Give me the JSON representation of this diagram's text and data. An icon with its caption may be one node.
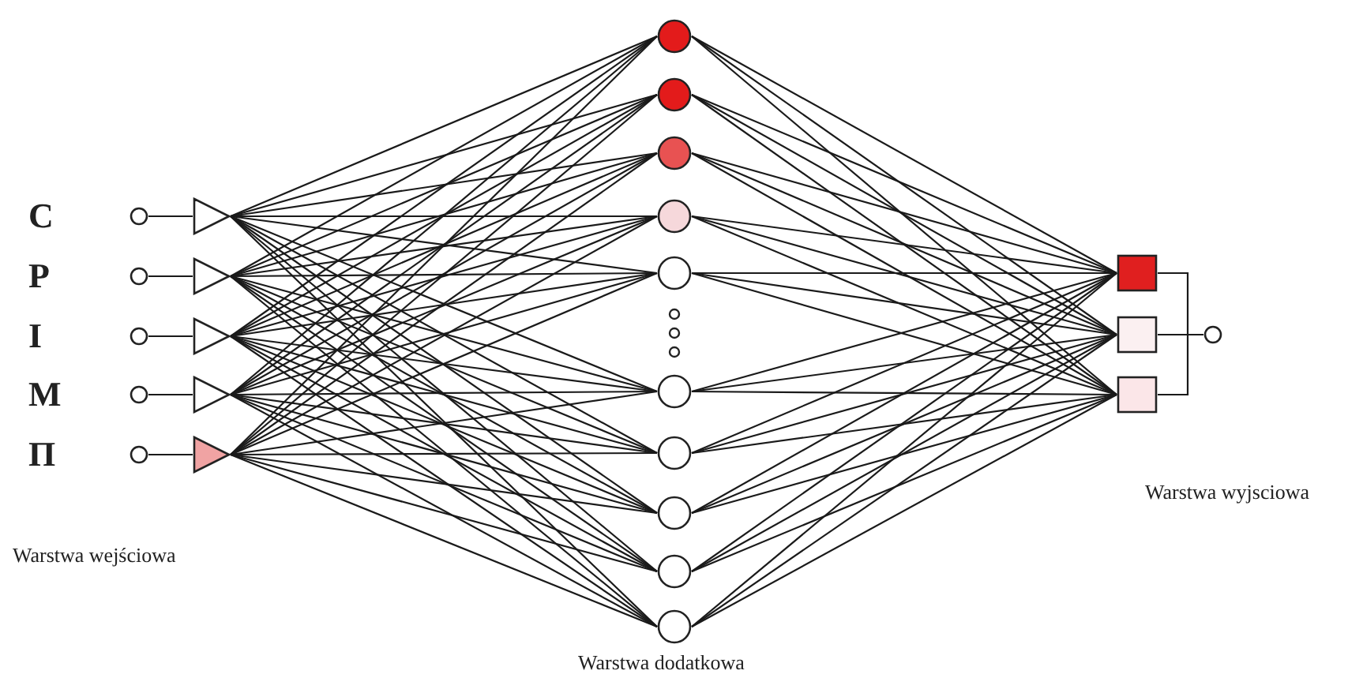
{
  "diagram": {
    "nodes": [
      {
        "text": [],
        "shape": "circle",
        "beside": [
          "C"
        ]
      },
      {
        "text": [],
        "shape": "circle",
        "beside": [
          "P"
        ]
      },
      {
        "text": [],
        "shape": "circle",
        "beside": [
          "I"
        ]
      },
      {
        "text": [],
        "shape": "circle",
        "beside": [
          "M"
        ]
      },
      {
        "text": [],
        "shape": "circle",
        "beside": [
          "П"
        ]
      },
      {
        "text": [],
        "shape": "triangle"
      },
      {
        "text": [],
        "shape": "triangle"
      },
      {
        "text": [],
        "shape": "triangle"
      },
      {
        "text": [],
        "shape": "triangle"
      },
      {
        "text": [],
        "shape": "triangle"
      },
      {
        "text": [],
        "shape": "circle"
      },
      {
        "text": [],
        "shape": "circle"
      },
      {
        "text": [],
        "shape": "circle"
      },
      {
        "text": [],
        "shape": "circle"
      },
      {
        "text": [],
        "shape": "circle"
      },
      {
        "text": [],
        "shape": "circle"
      },
      {
        "text": [],
        "shape": "circle"
      },
      {
        "text": [],
        "shape": "circle"
      },
      {
        "text": [],
        "shape": "circle"
      },
      {
        "text": [],
        "shape": "circle"
      },
      {
        "text": [],
        "shape": "box"
      },
      {
        "text": [],
        "shape": "box"
      },
      {
        "text": [],
        "shape": "box"
      },
      {
        "text": [],
        "shape": "circle"
      }
    ],
    "edges": [
      {
        "from": 0,
        "to": 5,
        "arrow": "none"
      },
      {
        "from": 1,
        "to": 6,
        "arrow": "none"
      },
      {
        "from": 2,
        "to": 7,
        "arrow": "none"
      },
      {
        "from": 3,
        "to": 8,
        "arrow": "none"
      },
      {
        "from": 4,
        "to": 9,
        "arrow": "none"
      },
      {
        "from": 5,
        "to": 10,
        "arrow": "none"
      },
      {
        "from": 5,
        "to": 11,
        "arrow": "none"
      },
      {
        "from": 5,
        "to": 12,
        "arrow": "none"
      },
      {
        "from": 5,
        "to": 13,
        "arrow": "none"
      },
      {
        "from": 5,
        "to": 14,
        "arrow": "none"
      },
      {
        "from": 5,
        "to": 15,
        "arrow": "none"
      },
      {
        "from": 5,
        "to": 16,
        "arrow": "none"
      },
      {
        "from": 5,
        "to": 17,
        "arrow": "none"
      },
      {
        "from": 5,
        "to": 18,
        "arrow": "none"
      },
      {
        "from": 5,
        "to": 19,
        "arrow": "none"
      },
      {
        "from": 6,
        "to": 10,
        "arrow": "none"
      },
      {
        "from": 6,
        "to": 11,
        "arrow": "none"
      },
      {
        "from": 6,
        "to": 12,
        "arrow": "none"
      },
      {
        "from": 6,
        "to": 13,
        "arrow": "none"
      },
      {
        "from": 6,
        "to": 14,
        "arrow": "none"
      },
      {
        "from": 6,
        "to": 15,
        "arrow": "none"
      },
      {
        "from": 6,
        "to": 16,
        "arrow": "none"
      },
      {
        "from": 6,
        "to": 17,
        "arrow": "none"
      },
      {
        "from": 6,
        "to": 18,
        "arrow": "none"
      },
      {
        "from": 6,
        "to": 19,
        "arrow": "none"
      },
      {
        "from": 7,
        "to": 10,
        "arrow": "none"
      },
      {
        "from": 7,
        "to": 11,
        "arrow": "none"
      },
      {
        "from": 7,
        "to": 12,
        "arrow": "none"
      },
      {
        "from": 7,
        "to": 13,
        "arrow": "none"
      },
      {
        "from": 7,
        "to": 14,
        "arrow": "none"
      },
      {
        "from": 7,
        "to": 15,
        "arrow": "none"
      },
      {
        "from": 7,
        "to": 16,
        "arrow": "none"
      },
      {
        "from": 7,
        "to": 17,
        "arrow": "none"
      },
      {
        "from": 7,
        "to": 18,
        "arrow": "none"
      },
      {
        "from": 7,
        "to": 19,
        "arrow": "none"
      },
      {
        "from": 8,
        "to": 10,
        "arrow": "none"
      },
      {
        "from": 8,
        "to": 11,
        "arrow": "none"
      },
      {
        "from": 8,
        "to": 12,
        "arrow": "none"
      },
      {
        "from": 8,
        "to": 13,
        "arrow": "none"
      },
      {
        "from": 8,
        "to": 14,
        "arrow": "none"
      },
      {
        "from": 8,
        "to": 15,
        "arrow": "none"
      },
      {
        "from": 8,
        "to": 16,
        "arrow": "none"
      },
      {
        "from": 8,
        "to": 17,
        "arrow": "none"
      },
      {
        "from": 8,
        "to": 18,
        "arrow": "none"
      },
      {
        "from": 8,
        "to": 19,
        "arrow": "none"
      },
      {
        "from": 9,
        "to": 10,
        "arrow": "none"
      },
      {
        "from": 9,
        "to": 11,
        "arrow": "none"
      },
      {
        "from": 9,
        "to": 12,
        "arrow": "none"
      },
      {
        "from": 9,
        "to": 13,
        "arrow": "none"
      },
      {
        "from": 9,
        "to": 14,
        "arrow": "none"
      },
      {
        "from": 9,
        "to": 15,
        "arrow": "none"
      },
      {
        "from": 9,
        "to": 16,
        "arrow": "none"
      },
      {
        "from": 9,
        "to": 17,
        "arrow": "none"
      },
      {
        "from": 9,
        "to": 18,
        "arrow": "none"
      },
      {
        "from": 9,
        "to": 19,
        "arrow": "none"
      },
      {
        "from": 10,
        "to": 20,
        "arrow": "none"
      },
      {
        "from": 10,
        "to": 21,
        "arrow": "none"
      },
      {
        "from": 10,
        "to": 22,
        "arrow": "none"
      },
      {
        "from": 11,
        "to": 20,
        "arrow": "none"
      },
      {
        "from": 11,
        "to": 21,
        "arrow": "none"
      },
      {
        "from": 11,
        "to": 22,
        "arrow": "none"
      },
      {
        "from": 12,
        "to": 20,
        "arrow": "none"
      },
      {
        "from": 12,
        "to": 21,
        "arrow": "none"
      },
      {
        "from": 12,
        "to": 22,
        "arrow": "none"
      },
      {
        "from": 13,
        "to": 20,
        "arrow": "none"
      },
      {
        "from": 13,
        "to": 21,
        "arrow": "none"
      },
      {
        "from": 13,
        "to": 22,
        "arrow": "none"
      },
      {
        "from": 14,
        "to": 20,
        "arrow": "none"
      },
      {
        "from": 14,
        "to": 21,
        "arrow": "none"
      },
      {
        "from": 14,
        "to": 22,
        "arrow": "none"
      },
      {
        "from": 15,
        "to": 20,
        "arrow": "none"
      },
      {
        "from": 15,
        "to": 21,
        "arrow": "none"
      },
      {
        "from": 15,
        "to": 22,
        "arrow": "none"
      },
      {
        "from": 16,
        "to": 20,
        "arrow": "none"
      },
      {
        "from": 16,
        "to": 21,
        "arrow": "none"
      },
      {
        "from": 16,
        "to": 22,
        "arrow": "none"
      },
      {
        "from": 17,
        "to": 20,
        "arrow": "none"
      },
      {
        "from": 17,
        "to": 21,
        "arrow": "none"
      },
      {
        "from": 17,
        "to": 22,
        "arrow": "none"
      },
      {
        "from": 18,
        "to": 20,
        "arrow": "none"
      },
      {
        "from": 18,
        "to": 21,
        "arrow": "none"
      },
      {
        "from": 18,
        "to": 22,
        "arrow": "none"
      },
      {
        "from": 19,
        "to": 20,
        "arrow": "none"
      },
      {
        "from": 19,
        "to": 21,
        "arrow": "none"
      },
      {
        "from": 19,
        "to": 22,
        "arrow": "none"
      },
      {
        "from": 20,
        "to": 23,
        "arrow": "none"
      },
      {
        "from": 21,
        "to": 23,
        "arrow": "none"
      },
      {
        "from": 22,
        "to": 23,
        "arrow": "none"
      }
    ],
    "labels": [
      "Warstwa wejściowa",
      "Warstwa dodatkowa",
      "Warstwa wyjsciowa"
    ]
  }
}
